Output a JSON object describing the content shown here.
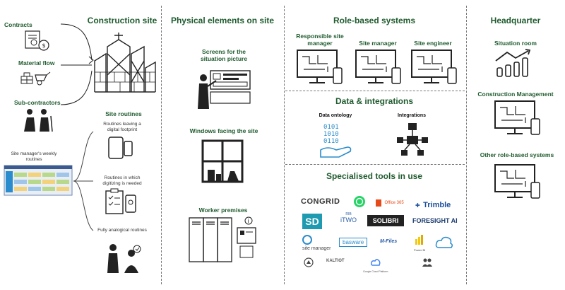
{
  "columns": {
    "construction": "Construction site",
    "physical": "Physical elements on site",
    "role": "Role-based systems",
    "hq": "Headquarter"
  },
  "construction": {
    "contracts": "Contracts",
    "material_flow": "Material flow",
    "subcontractors": "Sub-contractors",
    "site_routines": "Site routines",
    "weekly_routines": "Site manager's weekly routines",
    "routine_digital": "Routines leaving a digital footprint",
    "routine_digitizing": "Routines in which digitizing is needed",
    "routine_analogical": "Fully analogical routines"
  },
  "physical": {
    "screens": "Screens for the situation picture",
    "windows": "Windows facing the site",
    "worker": "Worker premises"
  },
  "role": {
    "responsible": "Responsible site manager",
    "site_manager": "Site manager",
    "site_engineer": "Site engineer",
    "data_integrations": "Data & integrations",
    "data_ontology": "Data ontology",
    "integrations": "Integrations",
    "specialised_tools": "Specialised tools in use"
  },
  "tools": {
    "congrid": "CONGRID",
    "office365": "Office 365",
    "trimble": "Trimble",
    "sd": "SD",
    "itwo": "iTWO",
    "solibri": "SOLIBRI",
    "foresight": "FORESIGHT AI",
    "sitemanager": "site manager",
    "basware": "basware",
    "mfiles": "M-Files",
    "powerbi": "Power BI",
    "kaltiot": "KALTIOT",
    "google_cloud": "Google Cloud Platform"
  },
  "hq": {
    "situation_room": "Situation room",
    "construction_mgmt": "Construction Management",
    "other_systems": "Other role-based systems"
  },
  "colors": {
    "heading_green": "#1f5b2e",
    "accent_blue": "#2a8ccc"
  }
}
